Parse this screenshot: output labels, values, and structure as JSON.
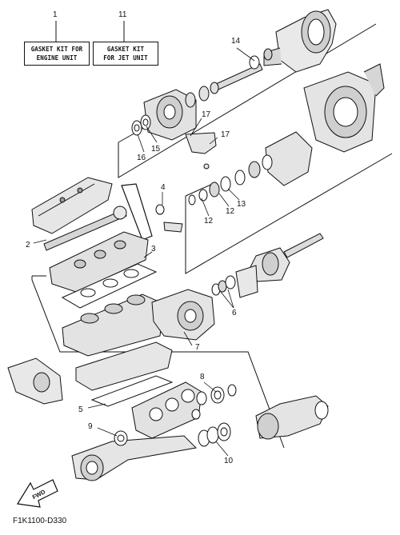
{
  "kits": [
    {
      "number": "1",
      "line1": "GASKET KIT FOR",
      "line2": "ENGINE UNIT"
    },
    {
      "number": "11",
      "line1": "GASKET KIT",
      "line2": "FOR JET UNIT"
    }
  ],
  "callouts": [
    "2",
    "3",
    "4",
    "5",
    "6",
    "7",
    "8",
    "9",
    "10",
    "12",
    "12",
    "13",
    "14",
    "15",
    "16",
    "17",
    "17"
  ],
  "fwd_label": "FWD",
  "drawing_code": "F1K1100-D330"
}
